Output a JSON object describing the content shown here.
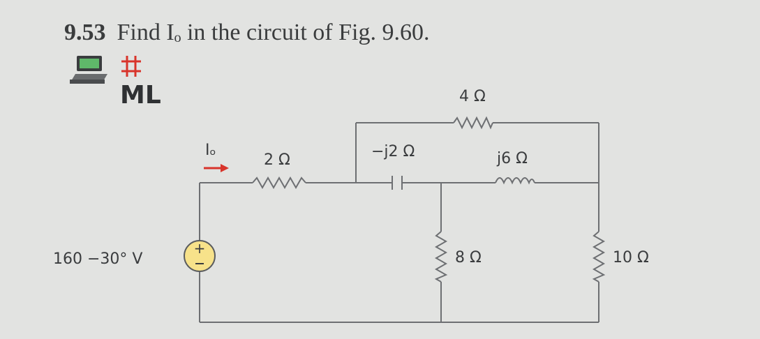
{
  "problem": {
    "number": "9.53",
    "text": "Find Iₒ in the circuit of Fig. 9.60."
  },
  "badge": {
    "label": "ML"
  },
  "colors": {
    "accent": "#d8342b",
    "source_fill": "#f7e28a",
    "wire": "#6d6f72"
  },
  "circuit": {
    "current_label": "Iₒ",
    "source_label": "160 −30° V",
    "source_sign": "+",
    "r2": "2 Ω",
    "cap": "−j2 Ω",
    "r4": "4 Ω",
    "ind": "j6 Ω",
    "r8": "8 Ω",
    "r10": "10 Ω"
  }
}
